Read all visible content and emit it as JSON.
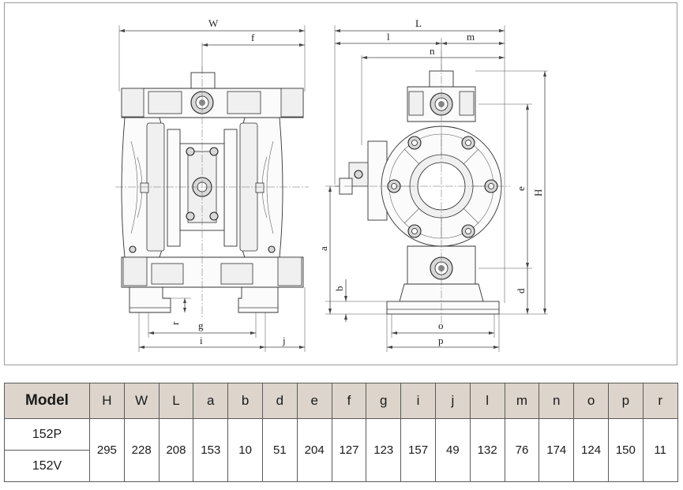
{
  "drawing": {
    "labels": {
      "W": "W",
      "f": "f",
      "L": "L",
      "l": "l",
      "m": "m",
      "n": "n",
      "a": "a",
      "b": "b",
      "r": "r",
      "g": "g",
      "i": "i",
      "j": "j",
      "o": "o",
      "p": "p",
      "e": "e",
      "H": "H",
      "d": "d"
    }
  },
  "table": {
    "headers": [
      "Model",
      "H",
      "W",
      "L",
      "a",
      "b",
      "d",
      "e",
      "f",
      "g",
      "i",
      "j",
      "l",
      "m",
      "n",
      "o",
      "p",
      "r"
    ],
    "models": [
      "152P",
      "152V"
    ],
    "values": [
      "295",
      "228",
      "208",
      "153",
      "10",
      "51",
      "204",
      "127",
      "123",
      "157",
      "49",
      "132",
      "76",
      "174",
      "124",
      "150",
      "11"
    ]
  }
}
